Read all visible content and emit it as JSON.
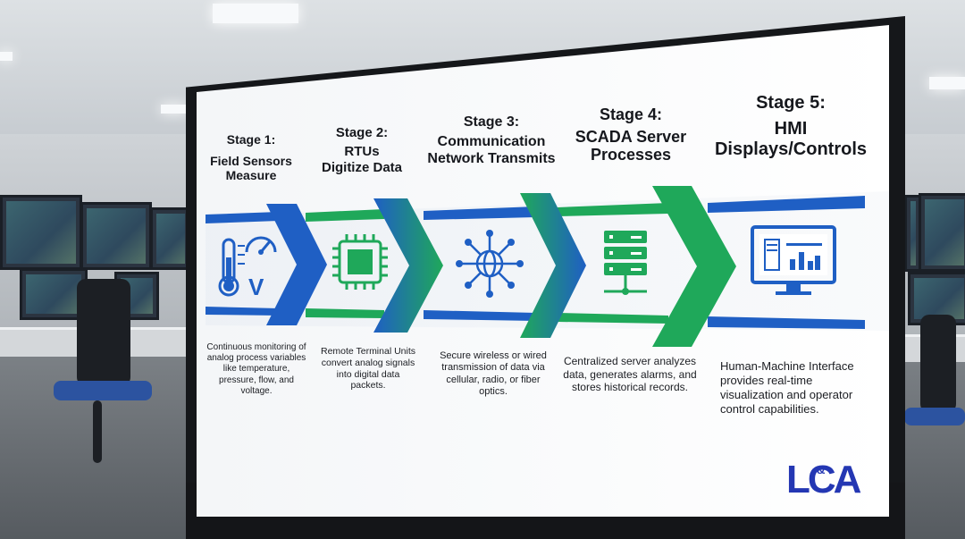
{
  "stages": [
    {
      "title_line1": "Stage 1:",
      "title_line2": "Field Sensors",
      "title_line3": "Measure",
      "description": "Continuous monitoring of analog process variables like temperature, pressure, flow, and voltage.",
      "icon": "thermometer-gauge-icon",
      "icon_letter": "V"
    },
    {
      "title_line1": "Stage 2:",
      "title_line2": "RTUs",
      "title_line3": "Digitize Data",
      "description": "Remote Terminal Units convert analog signals into digital data packets.",
      "icon": "microchip-icon"
    },
    {
      "title_line1": "Stage 3:",
      "title_line2": "Communication",
      "title_line3": "Network Transmits",
      "description": "Secure wireless or wired transmission of data via cellular, radio, or fiber optics.",
      "icon": "network-globe-icon"
    },
    {
      "title_line1": "Stage 4:",
      "title_line2": "SCADA Server",
      "title_line3": "Processes",
      "description": "Centralized server analyzes data, generates alarms, and stores historical records.",
      "icon": "server-stack-icon"
    },
    {
      "title_line1": "Stage 5:",
      "title_line2": "HMI",
      "title_line3": "Displays/Controls",
      "description": "Human-Machine Interface provides real-time visualization and operator control capabilities.",
      "icon": "monitor-dashboard-icon"
    }
  ],
  "logo": {
    "text": "LCA",
    "amp": "&"
  },
  "colors": {
    "blue": "#1f5fc4",
    "green": "#1fa85a",
    "logo": "#2437b3",
    "ink": "#16181d"
  }
}
